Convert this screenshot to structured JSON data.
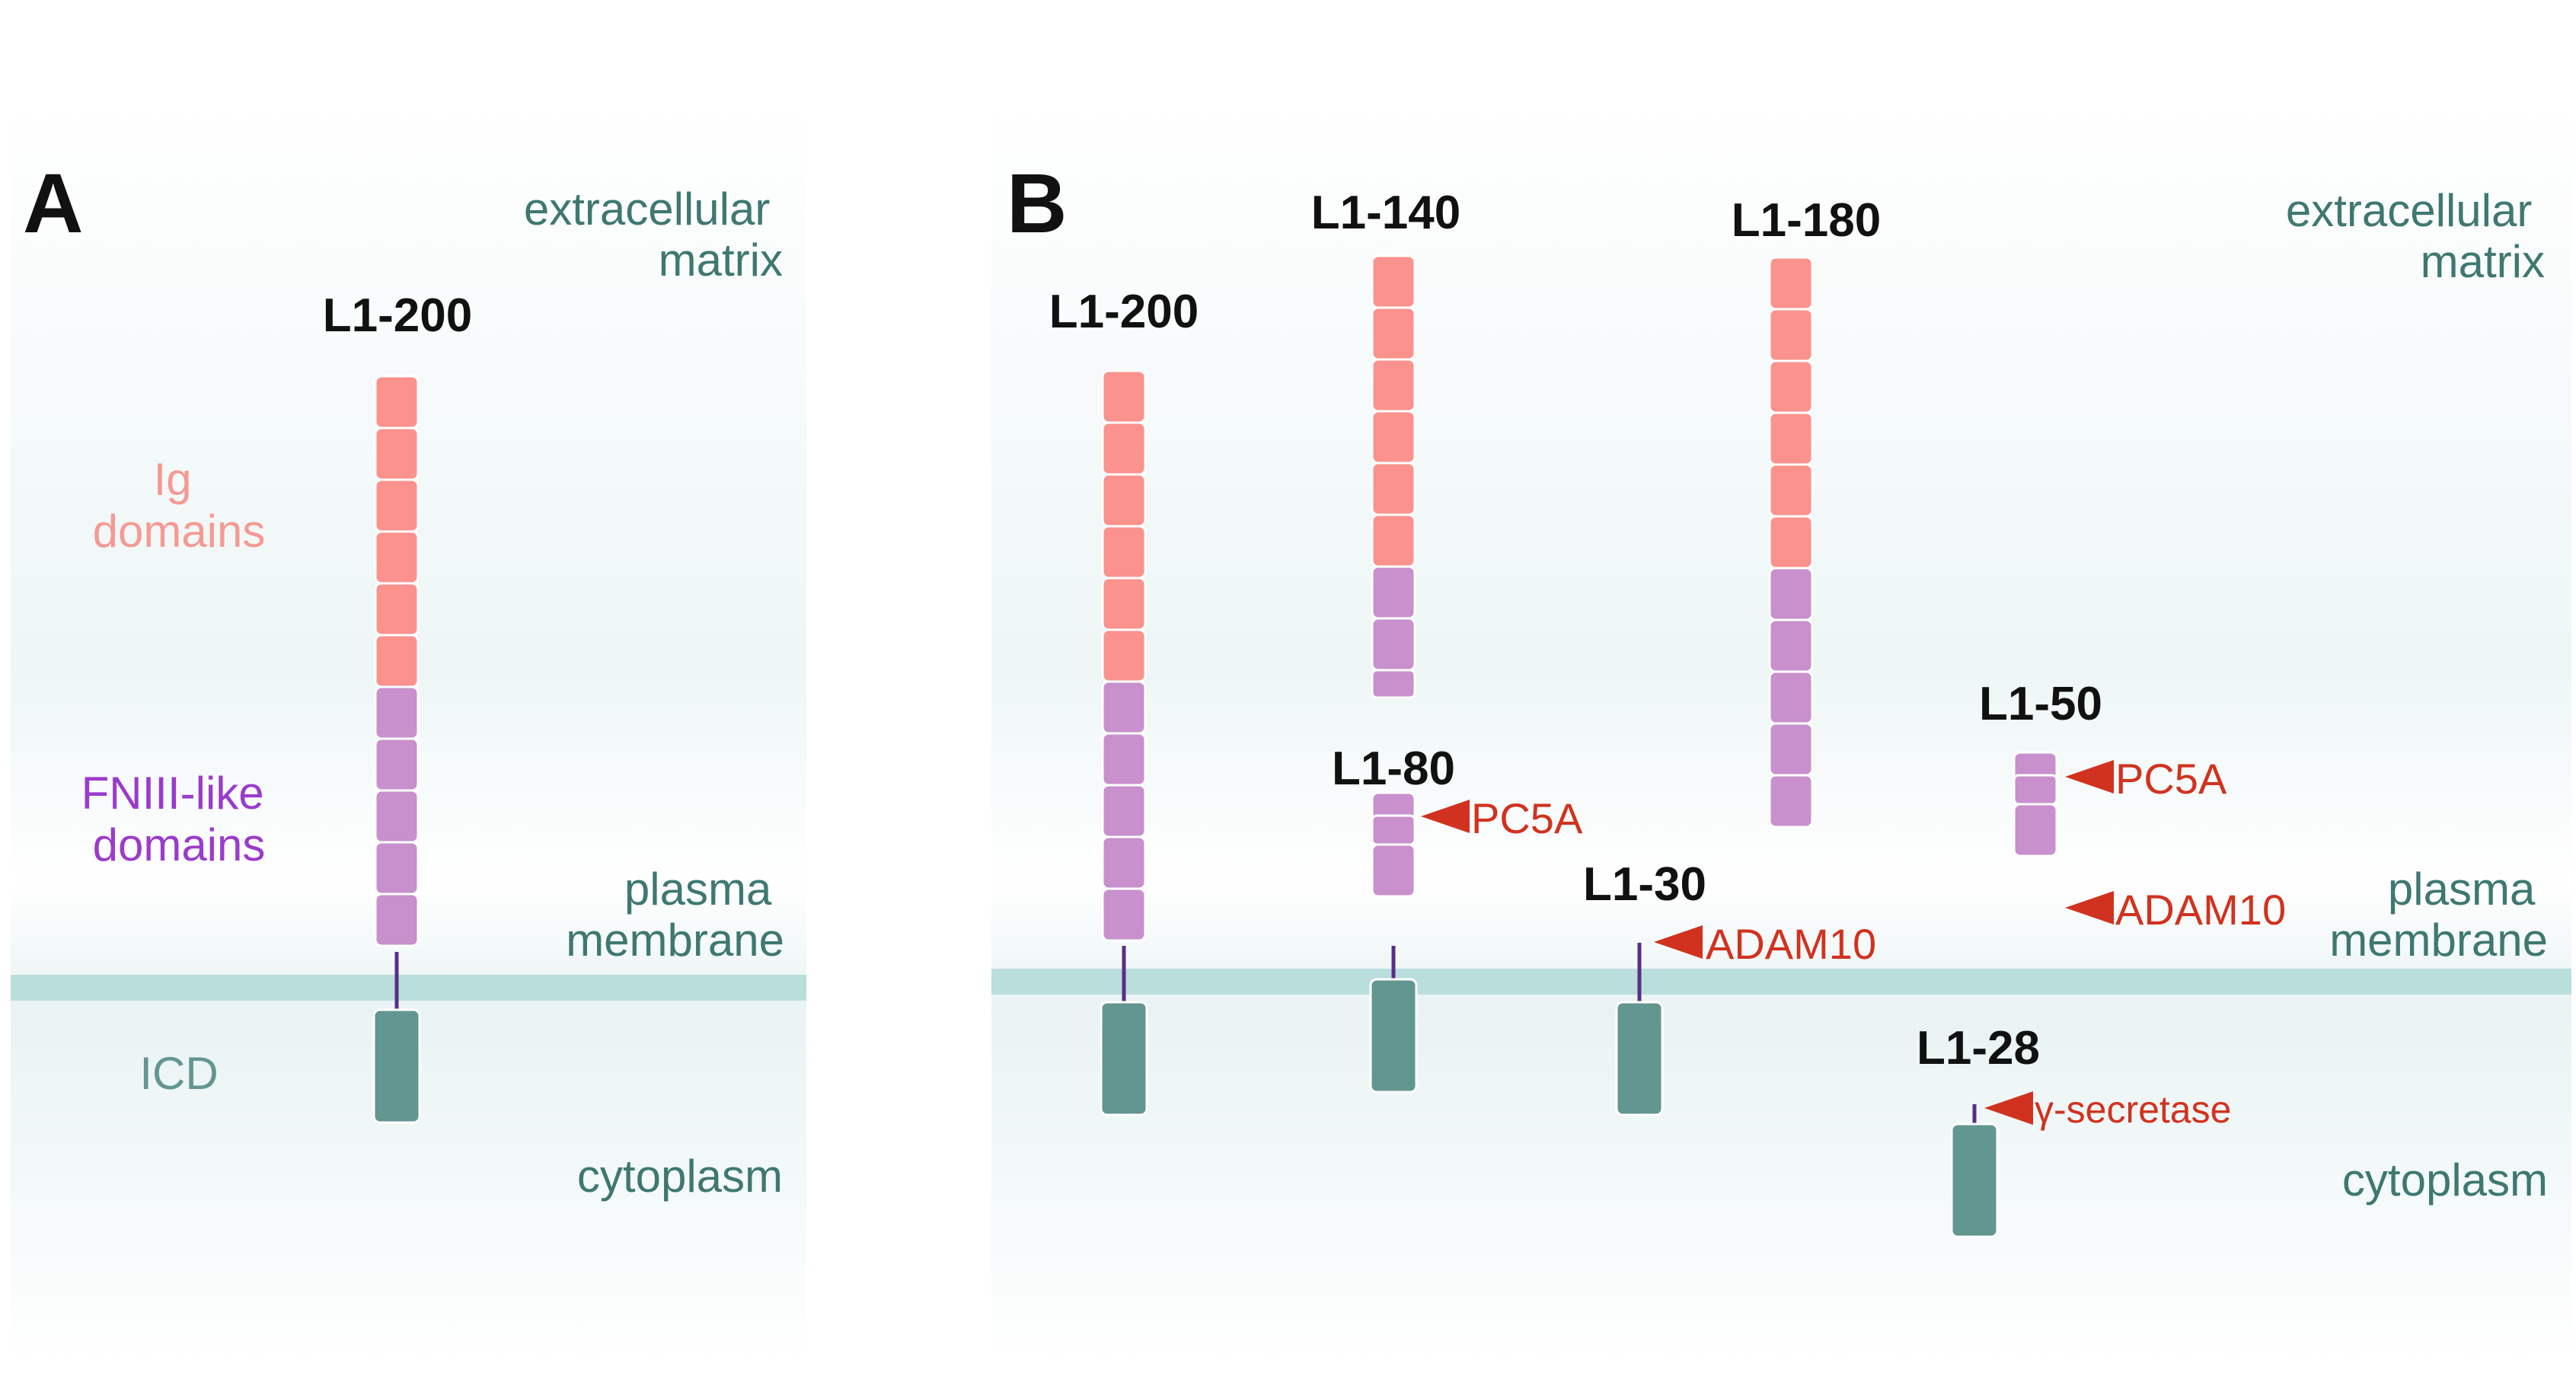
{
  "colors": {
    "ig": "#fb928d",
    "fn": "#c890cc",
    "icd": "#629691",
    "membrane": "#b9dedc",
    "tether": "#5a2e86",
    "arrow": "#d1321f",
    "env_text": "#3e7871",
    "ig_text": "#f59a93",
    "fn_text": "#9b3bcc",
    "icd_text": "#629691",
    "label_text": "#111111"
  },
  "panelA": {
    "letter": "A",
    "extracellular": [
      "extracellular",
      "matrix"
    ],
    "membrane": [
      "plasma",
      "membrane"
    ],
    "cytoplasm": "cytoplasm",
    "ig_label": [
      "Ig",
      "domains"
    ],
    "fn_label": [
      "FNIII-like",
      "domains"
    ],
    "icd_label": "ICD",
    "molecule": {
      "name": "L1-200",
      "ig": 6,
      "fn": 5,
      "icd": true,
      "tm": true
    }
  },
  "panelB": {
    "letter": "B",
    "extracellular": [
      "extracellular",
      "matrix"
    ],
    "membrane": [
      "plasma",
      "membrane"
    ],
    "cytoplasm": "cytoplasm",
    "molecules": [
      {
        "name": "L1-200",
        "ig": 6,
        "fn": 5,
        "icd": true,
        "tm": true
      },
      {
        "name": "L1-140",
        "ig": 6,
        "fn": 2,
        "icd": false,
        "tm": false
      },
      {
        "name": "L1-80",
        "ig": 0,
        "fn": 2,
        "icd": true,
        "tm": true
      },
      {
        "name": "L1-30",
        "ig": 0,
        "fn": 0,
        "icd": true,
        "tm": true
      },
      {
        "name": "L1-180",
        "ig": 6,
        "fn": 5,
        "icd": false,
        "tm": false
      },
      {
        "name": "L1-50",
        "ig": 0,
        "fn": 2,
        "icd": false,
        "tm": false
      },
      {
        "name": "L1-28",
        "ig": 0,
        "fn": 0,
        "icd": true,
        "tm": true
      }
    ],
    "cleavage": [
      {
        "enzyme": "PC5A",
        "target": "L1-80"
      },
      {
        "enzyme": "ADAM10",
        "target": "L1-30"
      },
      {
        "enzyme": "PC5A",
        "target": "L1-50"
      },
      {
        "enzyme": "ADAM10",
        "target": "L1-50"
      },
      {
        "enzyme": "γ-secretase",
        "target": "L1-28"
      }
    ]
  }
}
